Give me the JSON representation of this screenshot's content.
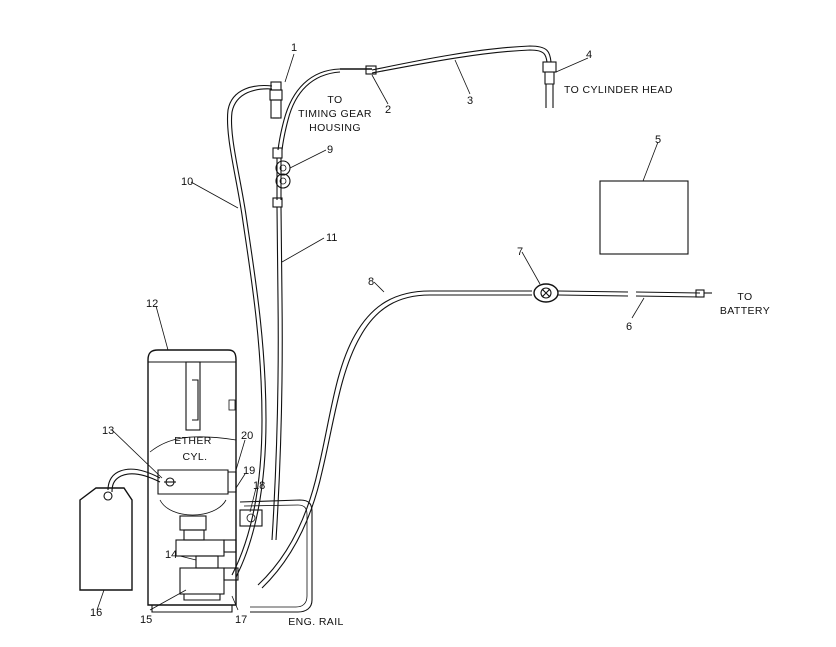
{
  "callouts": [
    "1",
    "2",
    "3",
    "4",
    "5",
    "6",
    "7",
    "8",
    "9",
    "10",
    "11",
    "12",
    "13",
    "14",
    "15",
    "16",
    "17",
    "18",
    "19",
    "20"
  ],
  "labels": {
    "to_timing_line1": "TO",
    "to_timing_line2": "TIMING GEAR",
    "to_timing_line3": "HOUSING",
    "to_cylinder_head": "TO CYLINDER HEAD",
    "to_battery_line1": "TO",
    "to_battery_line2": "BATTERY",
    "ether_line1": "ETHER",
    "ether_line2": "CYL.",
    "eng_rail": "ENG. RAIL"
  }
}
